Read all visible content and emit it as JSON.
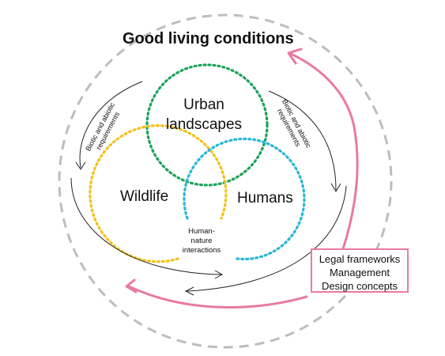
{
  "diagram": {
    "title": "Good living conditions",
    "circles": {
      "urban": [
        "Urban",
        "landscapes"
      ],
      "wildlife": "Wildlife",
      "humans": "Humans"
    },
    "intersection_label": [
      "Human-",
      "nature",
      "interactions"
    ],
    "requirements_left": [
      "Biotic and abiotic",
      "requirements"
    ],
    "requirements_right": [
      "Biotic and abiotic",
      "requirements"
    ],
    "box_items": [
      "Legal frameworks",
      "Management",
      "Design concepts"
    ],
    "colors": {
      "outer_dashed": "#bdbdbd",
      "urban": "#1aa35a",
      "wildlife": "#f2c21a",
      "humans": "#29b6d8",
      "arrows": "#222222",
      "pink": "#e87aa3"
    }
  }
}
